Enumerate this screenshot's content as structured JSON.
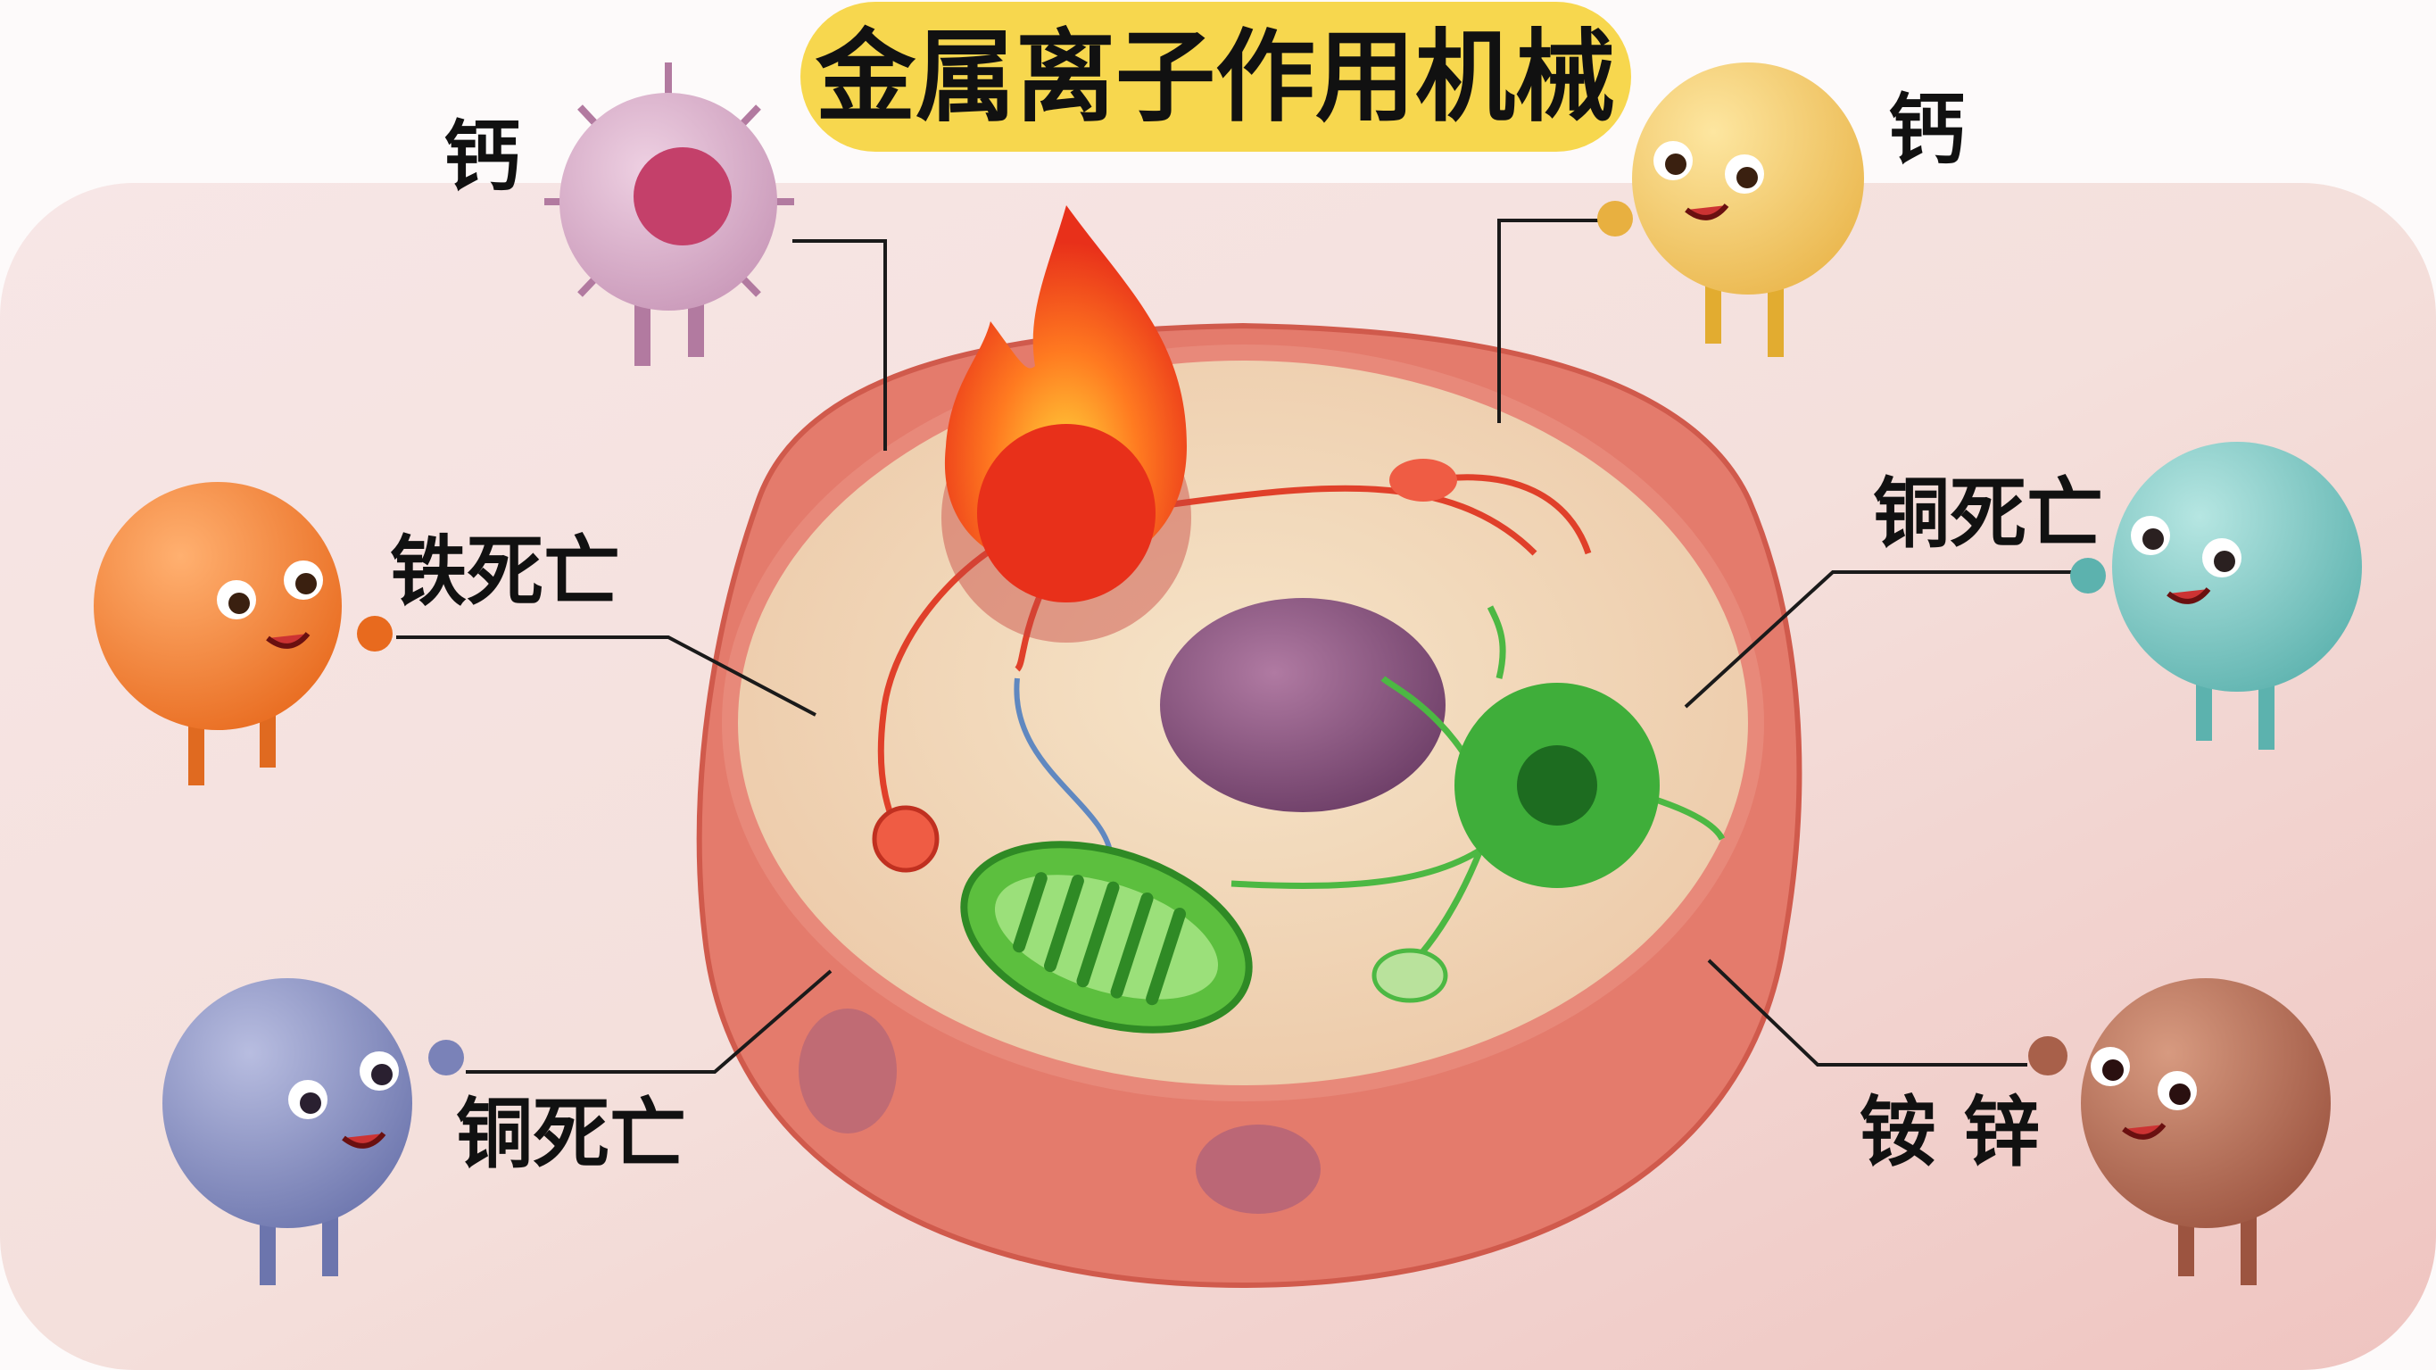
{
  "title": "金属离子作用机械",
  "labels": {
    "calcium_left": "钙",
    "calcium_right": "钙",
    "ferroptosis": "铁死亡",
    "cuproptosis_right": "铜死亡",
    "cuproptosis_left": "铜死亡",
    "ammonium_zinc": "铵 锌"
  },
  "colors": {
    "title_pill": "#f7d74e",
    "cell_membrane": "#e8786a",
    "cytoplasm": "#f3dcc0",
    "nucleus": "#8e5a86",
    "mitochondrion": "#5cbf3e",
    "fire": "#f0552a",
    "green_organelle": "#3fae3a"
  }
}
